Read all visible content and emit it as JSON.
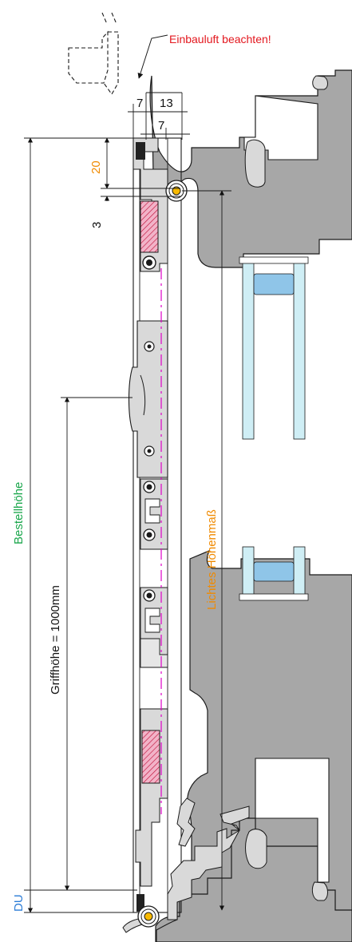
{
  "note": {
    "text": "Einbauluft beachten!",
    "color": "#e3171e"
  },
  "dimensions": {
    "top_gap": "7",
    "top_width": "13",
    "top_gap_lower": "7",
    "hinge_offset": "20",
    "small_gap": "3",
    "du_label": "DU"
  },
  "labels": {
    "order_height": "Bestellhöhe",
    "clear_height": "Lichtes Höhenmaß",
    "handle_height": "Griffhöhe = 1000mm"
  },
  "colors": {
    "frame_fill": "#a7a7a7",
    "profile_fill": "#d9d9d9",
    "outline": "#1a1a1a",
    "glass": "#cfeef5",
    "glass_spacer": "#8fc5e8",
    "gasket": "#f2b3c8",
    "gasket_hatch": "#c0143c",
    "magenta_line": "#e000c8",
    "hinge_pin": "#f7b900",
    "orange_text": "#f08a00",
    "green_text": "#1aa64b",
    "blue_text": "#2a7bd6",
    "black_text": "#111111"
  }
}
